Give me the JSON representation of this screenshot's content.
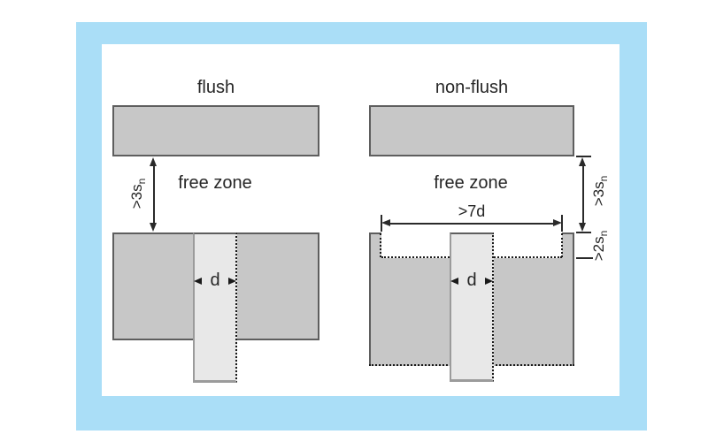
{
  "colors": {
    "frame-blue": "#aadef7",
    "block-fill": "#c7c7c7",
    "block-border": "#5e5e5e",
    "sensor-fill": "#e8e8e8",
    "sensor-border": "#9b9b9b",
    "line-dark": "#2a2a2a",
    "dot": "#1a1a1a",
    "text": "#262626"
  },
  "flush_diagram": {
    "title": "flush",
    "free_zone_label": "free zone",
    "gap_dimension": {
      "text": ">3s",
      "sub": "n"
    },
    "diameter_label": "d"
  },
  "non_flush_diagram": {
    "title": "non-flush",
    "free_zone_label": "free zone",
    "gap_dimension": {
      "text": ">3s",
      "sub": "n"
    },
    "protrusion_dimension": {
      "text": ">2s",
      "sub": "n"
    },
    "width_dimension": ">7d",
    "diameter_label": "d"
  }
}
